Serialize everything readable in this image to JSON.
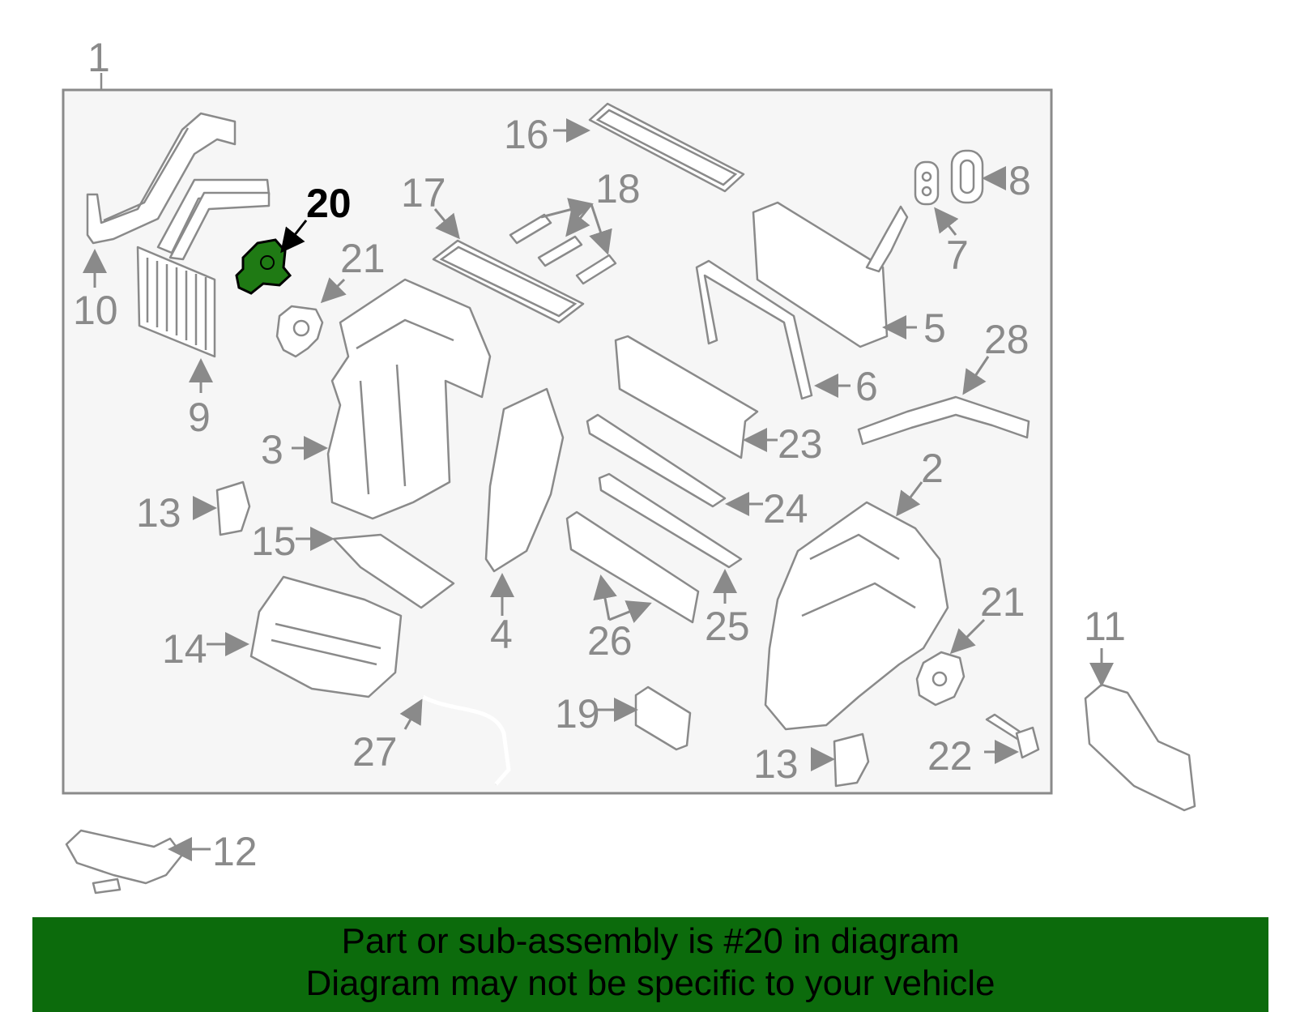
{
  "diagram": {
    "callouts": [
      "1",
      "2",
      "3",
      "4",
      "5",
      "6",
      "7",
      "8",
      "9",
      "10",
      "11",
      "12",
      "13",
      "13",
      "14",
      "15",
      "16",
      "17",
      "18",
      "19",
      "20",
      "21",
      "21",
      "22",
      "23",
      "24",
      "25",
      "26",
      "27",
      "28"
    ],
    "highlighted_part": "20",
    "highlight_color": "#1f7a14",
    "frame_color": "#8a8a8a"
  },
  "banner": {
    "line1": "Part or sub-assembly is #20 in diagram",
    "line2": "Diagram may not be specific to your vehicle",
    "background": "#0c6b0c"
  }
}
